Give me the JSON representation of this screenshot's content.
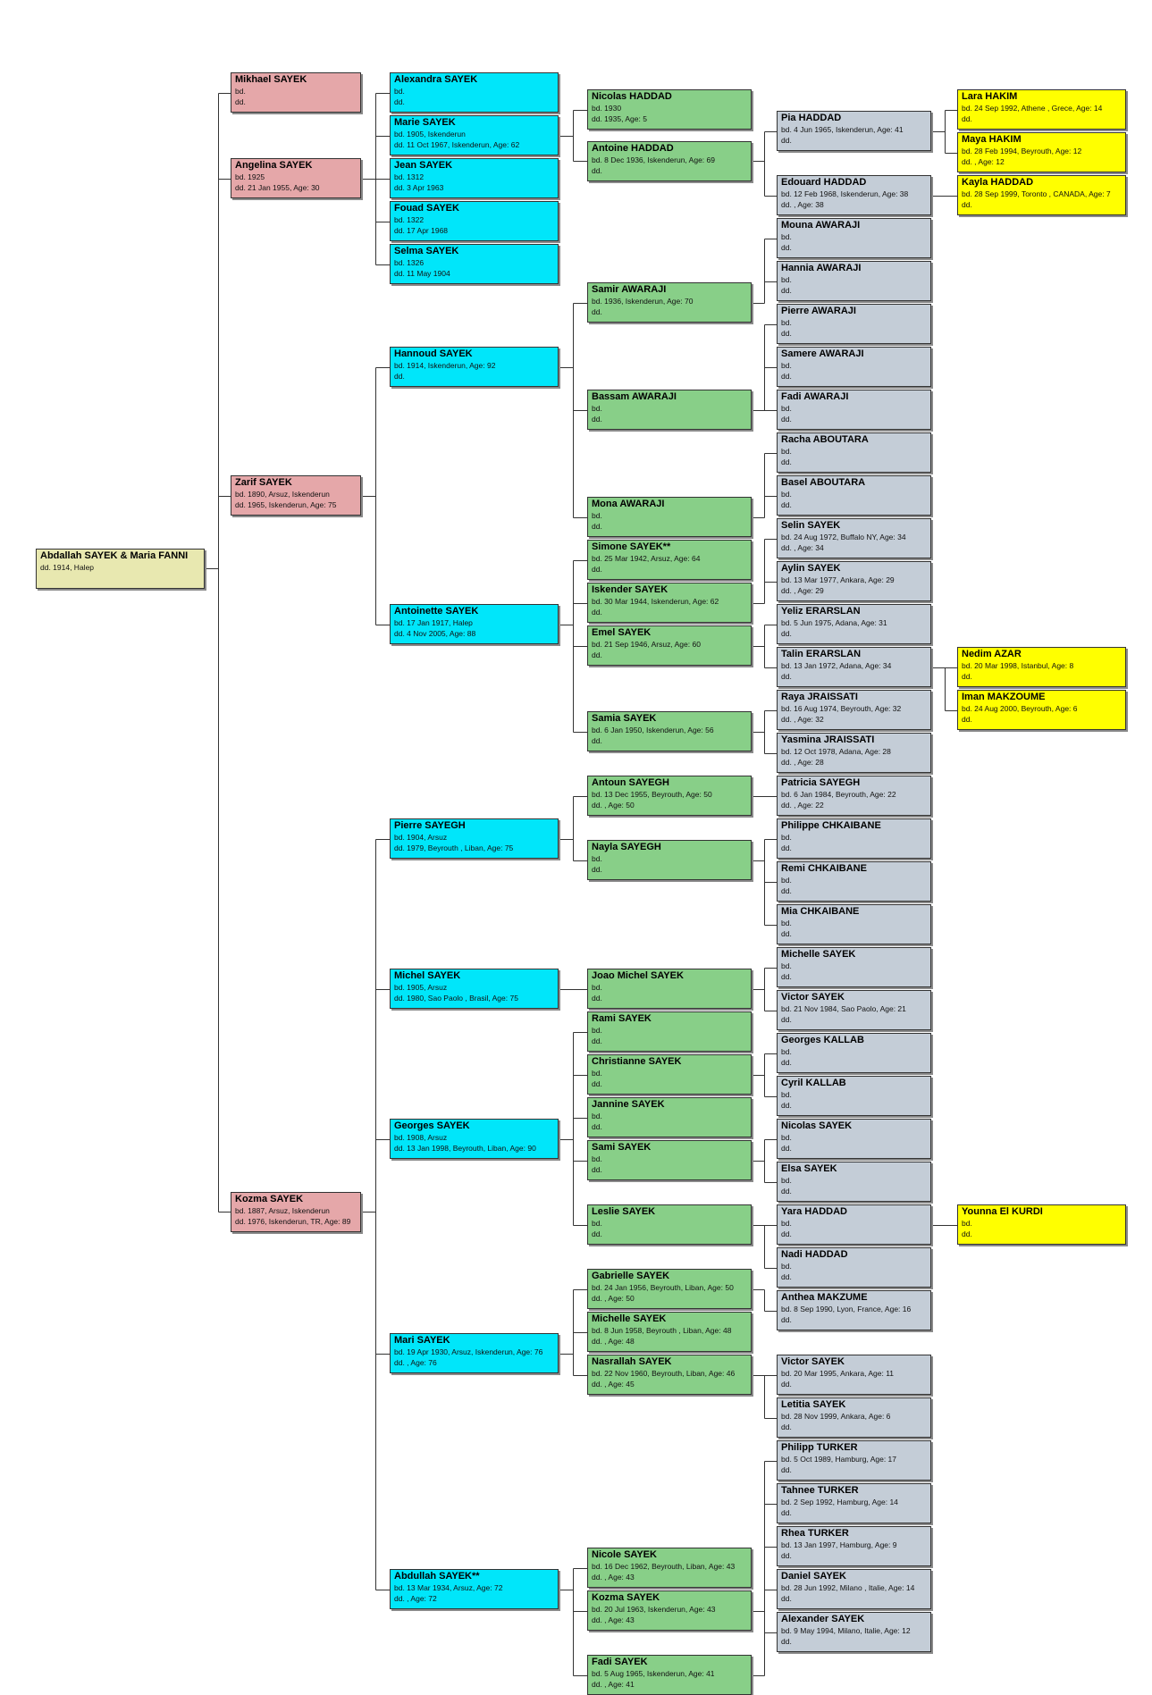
{
  "colors": {
    "gen0": "#e8e8b0",
    "gen1": "#e5a7a9",
    "gen2": "#00e6fa",
    "gen3": "#88cf88",
    "gen4": "#c4cdd7",
    "gen5": "#ffff00",
    "lines": "#333333"
  },
  "people": [
    {
      "id": "root",
      "gen": 0,
      "name": "Abdallah SAYEK & Maria FANNI",
      "lines": [
        "dd. 1914, Halep"
      ]
    },
    {
      "id": "mikhael",
      "gen": 1,
      "parent": "root",
      "name": "Mikhael SAYEK",
      "lines": [
        "bd.",
        "dd."
      ]
    },
    {
      "id": "angelina",
      "gen": 1,
      "parent": "root",
      "name": "Angelina SAYEK",
      "lines": [
        "bd. 1925",
        "dd. 21 Jan 1955, Age: 30"
      ]
    },
    {
      "id": "zarif",
      "gen": 1,
      "parent": "root",
      "name": "Zarif SAYEK",
      "lines": [
        "bd. 1890, Arsuz, Iskenderun",
        "dd. 1965, Iskenderun, Age: 75"
      ]
    },
    {
      "id": "kozma",
      "gen": 1,
      "parent": "root",
      "name": "Kozma SAYEK",
      "lines": [
        "bd. 1887, Arsuz, Iskenderun",
        "dd. 1976, Iskenderun, TR, Age: 89"
      ]
    },
    {
      "id": "alexandra",
      "gen": 2,
      "parent": "angelina",
      "name": "Alexandra SAYEK",
      "lines": [
        "bd.",
        "dd."
      ]
    },
    {
      "id": "marie",
      "gen": 2,
      "parent": "angelina",
      "name": "Marie SAYEK",
      "lines": [
        "bd. 1905, Iskenderun",
        "dd. 11 Oct 1967, Iskenderun, Age: 62"
      ]
    },
    {
      "id": "jean",
      "gen": 2,
      "parent": "angelina",
      "name": "Jean SAYEK",
      "lines": [
        "bd. 1312",
        "dd. 3 Apr 1963"
      ]
    },
    {
      "id": "fouad",
      "gen": 2,
      "parent": "angelina",
      "name": "Fouad SAYEK",
      "lines": [
        "bd. 1322",
        "dd. 17 Apr 1968"
      ]
    },
    {
      "id": "selma",
      "gen": 2,
      "parent": "angelina",
      "name": "Selma SAYEK",
      "lines": [
        "bd. 1326",
        "dd. 11 May 1904"
      ]
    },
    {
      "id": "hannoud",
      "gen": 2,
      "parent": "zarif",
      "name": "Hannoud SAYEK",
      "lines": [
        "bd. 1914, Iskenderun, Age: 92",
        "dd."
      ]
    },
    {
      "id": "antoinette",
      "gen": 2,
      "parent": "zarif",
      "name": "Antoinette SAYEK",
      "lines": [
        "bd. 17 Jan 1917, Halep",
        "dd. 4 Nov 2005, Age: 88"
      ]
    },
    {
      "id": "pierre",
      "gen": 2,
      "parent": "kozma",
      "name": "Pierre SAYEGH",
      "lines": [
        "bd. 1904, Arsuz",
        "dd. 1979, Beyrouth , Liban, Age: 75"
      ]
    },
    {
      "id": "michel",
      "gen": 2,
      "parent": "kozma",
      "name": "Michel SAYEK",
      "lines": [
        "bd. 1905, Arsuz",
        "dd. 1980, Sao Paolo , Brasil, Age: 75"
      ]
    },
    {
      "id": "georges",
      "gen": 2,
      "parent": "kozma",
      "name": "Georges SAYEK",
      "lines": [
        "bd. 1908, Arsuz",
        "dd. 13 Jan 1998, Beyrouth, Liban, Age: 90"
      ]
    },
    {
      "id": "mari",
      "gen": 2,
      "parent": "kozma",
      "name": "Mari SAYEK",
      "lines": [
        "bd. 19 Apr 1930, Arsuz, Iskenderun, Age: 76",
        "dd. , Age: 76"
      ]
    },
    {
      "id": "abdullah",
      "gen": 2,
      "parent": "kozma",
      "name": "Abdullah SAYEK**",
      "lines": [
        "bd. 13 Mar 1934, Arsuz, Age: 72",
        "dd. , Age: 72"
      ]
    },
    {
      "id": "nicolas_h",
      "gen": 3,
      "parent": "marie",
      "name": "Nicolas HADDAD",
      "lines": [
        "bd. 1930",
        "dd. 1935, Age: 5"
      ]
    },
    {
      "id": "antoine_h",
      "gen": 3,
      "parent": "marie",
      "name": "Antoine HADDAD",
      "lines": [
        "bd. 8 Dec 1936, Iskenderun, Age: 69",
        "dd."
      ]
    },
    {
      "id": "samir",
      "gen": 3,
      "parent": "hannoud",
      "name": "Samir AWARAJI",
      "lines": [
        "bd. 1936, Iskenderun, Age: 70",
        "dd."
      ]
    },
    {
      "id": "bassam",
      "gen": 3,
      "parent": "hannoud",
      "name": "Bassam AWARAJI",
      "lines": [
        "bd.",
        "dd."
      ]
    },
    {
      "id": "mona",
      "gen": 3,
      "parent": "hannoud",
      "name": "Mona AWARAJI",
      "lines": [
        "bd.",
        "dd."
      ]
    },
    {
      "id": "simone",
      "gen": 3,
      "parent": "antoinette",
      "name": "Simone SAYEK**",
      "lines": [
        "bd. 25 Mar 1942, Arsuz, Age: 64",
        "dd."
      ]
    },
    {
      "id": "iskender",
      "gen": 3,
      "parent": "antoinette",
      "name": "Iskender SAYEK",
      "lines": [
        "bd. 30 Mar 1944, Iskenderun, Age: 62",
        "dd."
      ]
    },
    {
      "id": "emel",
      "gen": 3,
      "parent": "antoinette",
      "name": "Emel SAYEK",
      "lines": [
        "bd. 21 Sep 1946, Arsuz, Age: 60",
        "dd."
      ]
    },
    {
      "id": "samia",
      "gen": 3,
      "parent": "antoinette",
      "name": "Samia SAYEK",
      "lines": [
        "bd. 6 Jan 1950, Iskenderun, Age: 56",
        "dd."
      ]
    },
    {
      "id": "antoun",
      "gen": 3,
      "parent": "pierre",
      "name": "Antoun SAYEGH",
      "lines": [
        "bd. 13 Dec 1955, Beyrouth, Age: 50",
        "dd. , Age: 50"
      ]
    },
    {
      "id": "nayla",
      "gen": 3,
      "parent": "pierre",
      "name": "Nayla SAYEGH",
      "lines": [
        "bd.",
        "dd."
      ]
    },
    {
      "id": "joao",
      "gen": 3,
      "parent": "michel",
      "name": "Joao Michel SAYEK",
      "lines": [
        "bd.",
        "dd."
      ]
    },
    {
      "id": "rami",
      "gen": 3,
      "parent": "georges",
      "name": "Rami SAYEK",
      "lines": [
        "bd.",
        "dd."
      ]
    },
    {
      "id": "christianne",
      "gen": 3,
      "parent": "georges",
      "name": "Christianne SAYEK",
      "lines": [
        "bd.",
        "dd."
      ]
    },
    {
      "id": "jannine",
      "gen": 3,
      "parent": "georges",
      "name": "Jannine SAYEK",
      "lines": [
        "bd.",
        "dd."
      ]
    },
    {
      "id": "sami",
      "gen": 3,
      "parent": "georges",
      "name": "Sami SAYEK",
      "lines": [
        "bd.",
        "dd."
      ]
    },
    {
      "id": "leslie",
      "gen": 3,
      "parent": "georges",
      "name": "Leslie SAYEK",
      "lines": [
        "bd.",
        "dd."
      ]
    },
    {
      "id": "gabrielle",
      "gen": 3,
      "parent": "mari",
      "name": "Gabrielle SAYEK",
      "lines": [
        "bd. 24 Jan 1956, Beyrouth, Liban, Age: 50",
        "dd. , Age: 50"
      ]
    },
    {
      "id": "michelle3",
      "gen": 3,
      "parent": "mari",
      "name": "Michelle SAYEK",
      "lines": [
        "bd. 8 Jun 1958, Beyrouth , Liban, Age: 48",
        "dd. , Age: 48"
      ]
    },
    {
      "id": "nasrallah",
      "gen": 3,
      "parent": "mari",
      "name": "Nasrallah SAYEK",
      "lines": [
        "bd. 22 Nov 1960, Beyrouth, Liban, Age: 46",
        "dd. , Age: 45"
      ]
    },
    {
      "id": "nicole",
      "gen": 3,
      "parent": "abdullah",
      "name": "Nicole SAYEK",
      "lines": [
        "bd. 16 Dec 1962, Beyrouth, Liban, Age: 43",
        "dd. , Age: 43"
      ]
    },
    {
      "id": "kozma3",
      "gen": 3,
      "parent": "abdullah",
      "name": "Kozma SAYEK",
      "lines": [
        "bd. 20 Jul 1963, Iskenderun, Age: 43",
        "dd. , Age: 43"
      ]
    },
    {
      "id": "fadi3",
      "gen": 3,
      "parent": "abdullah",
      "name": "Fadi SAYEK",
      "lines": [
        "bd. 5 Aug 1965, Iskenderun, Age: 41",
        "dd. , Age: 41"
      ]
    },
    {
      "id": "pia",
      "gen": 4,
      "parent": "antoine_h",
      "name": "Pia HADDAD",
      "lines": [
        "bd. 4 Jun 1965, Iskenderun, Age: 41",
        "dd."
      ]
    },
    {
      "id": "edouard",
      "gen": 4,
      "parent": "antoine_h",
      "name": "Edouard HADDAD",
      "lines": [
        "bd. 12 Feb 1968, Iskenderun, Age: 38",
        "dd. , Age: 38"
      ]
    },
    {
      "id": "mouna",
      "gen": 4,
      "parent": "samir",
      "name": "Mouna AWARAJI",
      "lines": [
        "bd.",
        "dd."
      ]
    },
    {
      "id": "hannia",
      "gen": 4,
      "parent": "samir",
      "name": "Hannia AWARAJI",
      "lines": [
        "bd.",
        "dd."
      ]
    },
    {
      "id": "pierre4",
      "gen": 4,
      "parent": "bassam",
      "name": "Pierre AWARAJI",
      "lines": [
        "bd.",
        "dd."
      ]
    },
    {
      "id": "samere",
      "gen": 4,
      "parent": "bassam",
      "name": "Samere AWARAJI",
      "lines": [
        "bd.",
        "dd."
      ]
    },
    {
      "id": "fadi4",
      "gen": 4,
      "parent": "bassam",
      "name": "Fadi AWARAJI",
      "lines": [
        "bd.",
        "dd."
      ]
    },
    {
      "id": "racha",
      "gen": 4,
      "parent": "mona",
      "name": "Racha ABOUTARA",
      "lines": [
        "bd.",
        "dd."
      ]
    },
    {
      "id": "basel",
      "gen": 4,
      "parent": "mona",
      "name": "Basel ABOUTARA",
      "lines": [
        "bd.",
        "dd."
      ]
    },
    {
      "id": "selin",
      "gen": 4,
      "parent": "iskender",
      "name": "Selin SAYEK",
      "lines": [
        "bd. 24 Aug 1972, Buffalo NY, Age: 34",
        "dd. , Age: 34"
      ]
    },
    {
      "id": "aylin",
      "gen": 4,
      "parent": "iskender",
      "name": "Aylin SAYEK",
      "lines": [
        "bd. 13 Mar 1977, Ankara, Age: 29",
        "dd. , Age: 29"
      ]
    },
    {
      "id": "yeliz",
      "gen": 4,
      "parent": "emel",
      "name": "Yeliz ERARSLAN",
      "lines": [
        "bd. 5 Jun 1975, Adana, Age: 31",
        "dd."
      ]
    },
    {
      "id": "talin",
      "gen": 4,
      "parent": "emel",
      "name": "Talin ERARSLAN",
      "lines": [
        "bd. 13 Jan 1972, Adana, Age: 34",
        "dd."
      ]
    },
    {
      "id": "raya",
      "gen": 4,
      "parent": "samia",
      "name": "Raya JRAISSATI",
      "lines": [
        "bd. 16 Aug 1974, Beyrouth, Age: 32",
        "dd. , Age: 32"
      ]
    },
    {
      "id": "yasmina",
      "gen": 4,
      "parent": "samia",
      "name": "Yasmina JRAISSATI",
      "lines": [
        "bd. 12 Oct 1978, Adana, Age: 28",
        "dd. , Age: 28"
      ]
    },
    {
      "id": "patricia",
      "gen": 4,
      "parent": "antoun",
      "name": "Patricia SAYEGH",
      "lines": [
        "bd. 6 Jan 1984, Beyrouth, Age: 22",
        "dd. , Age: 22"
      ]
    },
    {
      "id": "philippe",
      "gen": 4,
      "parent": "nayla",
      "name": "Philippe CHKAIBANE",
      "lines": [
        "bd.",
        "dd."
      ]
    },
    {
      "id": "remi",
      "gen": 4,
      "parent": "nayla",
      "name": "Remi CHKAIBANE",
      "lines": [
        "bd.",
        "dd."
      ]
    },
    {
      "id": "mia",
      "gen": 4,
      "parent": "nayla",
      "name": "Mia CHKAIBANE",
      "lines": [
        "bd.",
        "dd."
      ]
    },
    {
      "id": "michelle4",
      "gen": 4,
      "parent": "joao",
      "name": "Michelle SAYEK",
      "lines": [
        "bd.",
        "dd."
      ]
    },
    {
      "id": "victor1",
      "gen": 4,
      "parent": "joao",
      "name": "Victor SAYEK",
      "lines": [
        "bd. 21 Nov 1984, Sao Paolo, Age: 21",
        "dd."
      ]
    },
    {
      "id": "georgesk",
      "gen": 4,
      "parent": "christianne",
      "name": "Georges KALLAB",
      "lines": [
        "bd.",
        "dd."
      ]
    },
    {
      "id": "cyril",
      "gen": 4,
      "parent": "christianne",
      "name": "Cyril KALLAB",
      "lines": [
        "bd.",
        "dd."
      ]
    },
    {
      "id": "nicolas4",
      "gen": 4,
      "parent": "sami",
      "name": "Nicolas SAYEK",
      "lines": [
        "bd.",
        "dd."
      ]
    },
    {
      "id": "elsa",
      "gen": 4,
      "parent": "sami",
      "name": "Elsa SAYEK",
      "lines": [
        "bd.",
        "dd."
      ]
    },
    {
      "id": "yara",
      "gen": 4,
      "parent": "leslie",
      "name": "Yara HADDAD",
      "lines": [
        "bd.",
        "dd."
      ]
    },
    {
      "id": "nadi",
      "gen": 4,
      "parent": "leslie",
      "name": "Nadi HADDAD",
      "lines": [
        "bd.",
        "dd."
      ]
    },
    {
      "id": "anthea",
      "gen": 4,
      "parent": "gabrielle",
      "name": "Anthea MAKZUME",
      "lines": [
        "bd. 8 Sep 1990, Lyon, France, Age: 16",
        "dd."
      ]
    },
    {
      "id": "victor2",
      "gen": 4,
      "parent": "nasrallah",
      "name": "Victor SAYEK",
      "lines": [
        "bd. 20 Mar 1995, Ankara, Age: 11",
        "dd."
      ]
    },
    {
      "id": "letitia",
      "gen": 4,
      "parent": "nasrallah",
      "name": "Letitia SAYEK",
      "lines": [
        "bd. 28 Nov 1999, Ankara, Age: 6",
        "dd."
      ]
    },
    {
      "id": "philipp",
      "gen": 4,
      "parent": "kozma3",
      "name": "Philipp TURKER",
      "lines": [
        "bd. 5 Oct 1989, Hamburg, Age: 17",
        "dd."
      ]
    },
    {
      "id": "tahnee",
      "gen": 4,
      "parent": "kozma3",
      "name": "Tahnee TURKER",
      "lines": [
        "bd. 2 Sep 1992, Hamburg, Age: 14",
        "dd."
      ]
    },
    {
      "id": "rhea",
      "gen": 4,
      "parent": "kozma3",
      "name": "Rhea TURKER",
      "lines": [
        "bd. 13 Jan 1997, Hamburg, Age: 9",
        "dd."
      ]
    },
    {
      "id": "daniel",
      "gen": 4,
      "parent": "fadi3",
      "name": "Daniel SAYEK",
      "lines": [
        "bd. 28 Jun 1992, Milano , Italie, Age: 14",
        "dd."
      ]
    },
    {
      "id": "alexander",
      "gen": 4,
      "parent": "fadi3",
      "name": "Alexander SAYEK",
      "lines": [
        "bd. 9 May 1994, Milano, Italie, Age: 12",
        "dd."
      ]
    },
    {
      "id": "lara",
      "gen": 5,
      "parent": "pia",
      "name": "Lara HAKIM",
      "lines": [
        "bd. 24 Sep 1992, Athene , Grece, Age: 14",
        "dd."
      ]
    },
    {
      "id": "maya",
      "gen": 5,
      "parent": "pia",
      "name": "Maya HAKIM",
      "lines": [
        "bd. 28 Feb 1994, Beyrouth, Age: 12",
        "dd. , Age: 12"
      ]
    },
    {
      "id": "kayla",
      "gen": 5,
      "parent": "edouard",
      "name": "Kayla HADDAD",
      "lines": [
        "bd. 28 Sep 1999, Toronto , CANADA, Age: 7",
        "dd."
      ]
    },
    {
      "id": "nedim",
      "gen": 5,
      "parent": "talin",
      "name": "Nedim AZAR",
      "lines": [
        "bd. 20 Mar 1998, Istanbul, Age: 8",
        "dd."
      ]
    },
    {
      "id": "iman",
      "gen": 5,
      "parent": "talin",
      "name": "Iman MAKZOUME",
      "lines": [
        "bd. 24 Aug 2000, Beyrouth, Age: 6",
        "dd."
      ]
    },
    {
      "id": "younna",
      "gen": 5,
      "parent": "yara",
      "name": "Younna El KURDI",
      "lines": [
        "bd.",
        "dd."
      ]
    }
  ]
}
